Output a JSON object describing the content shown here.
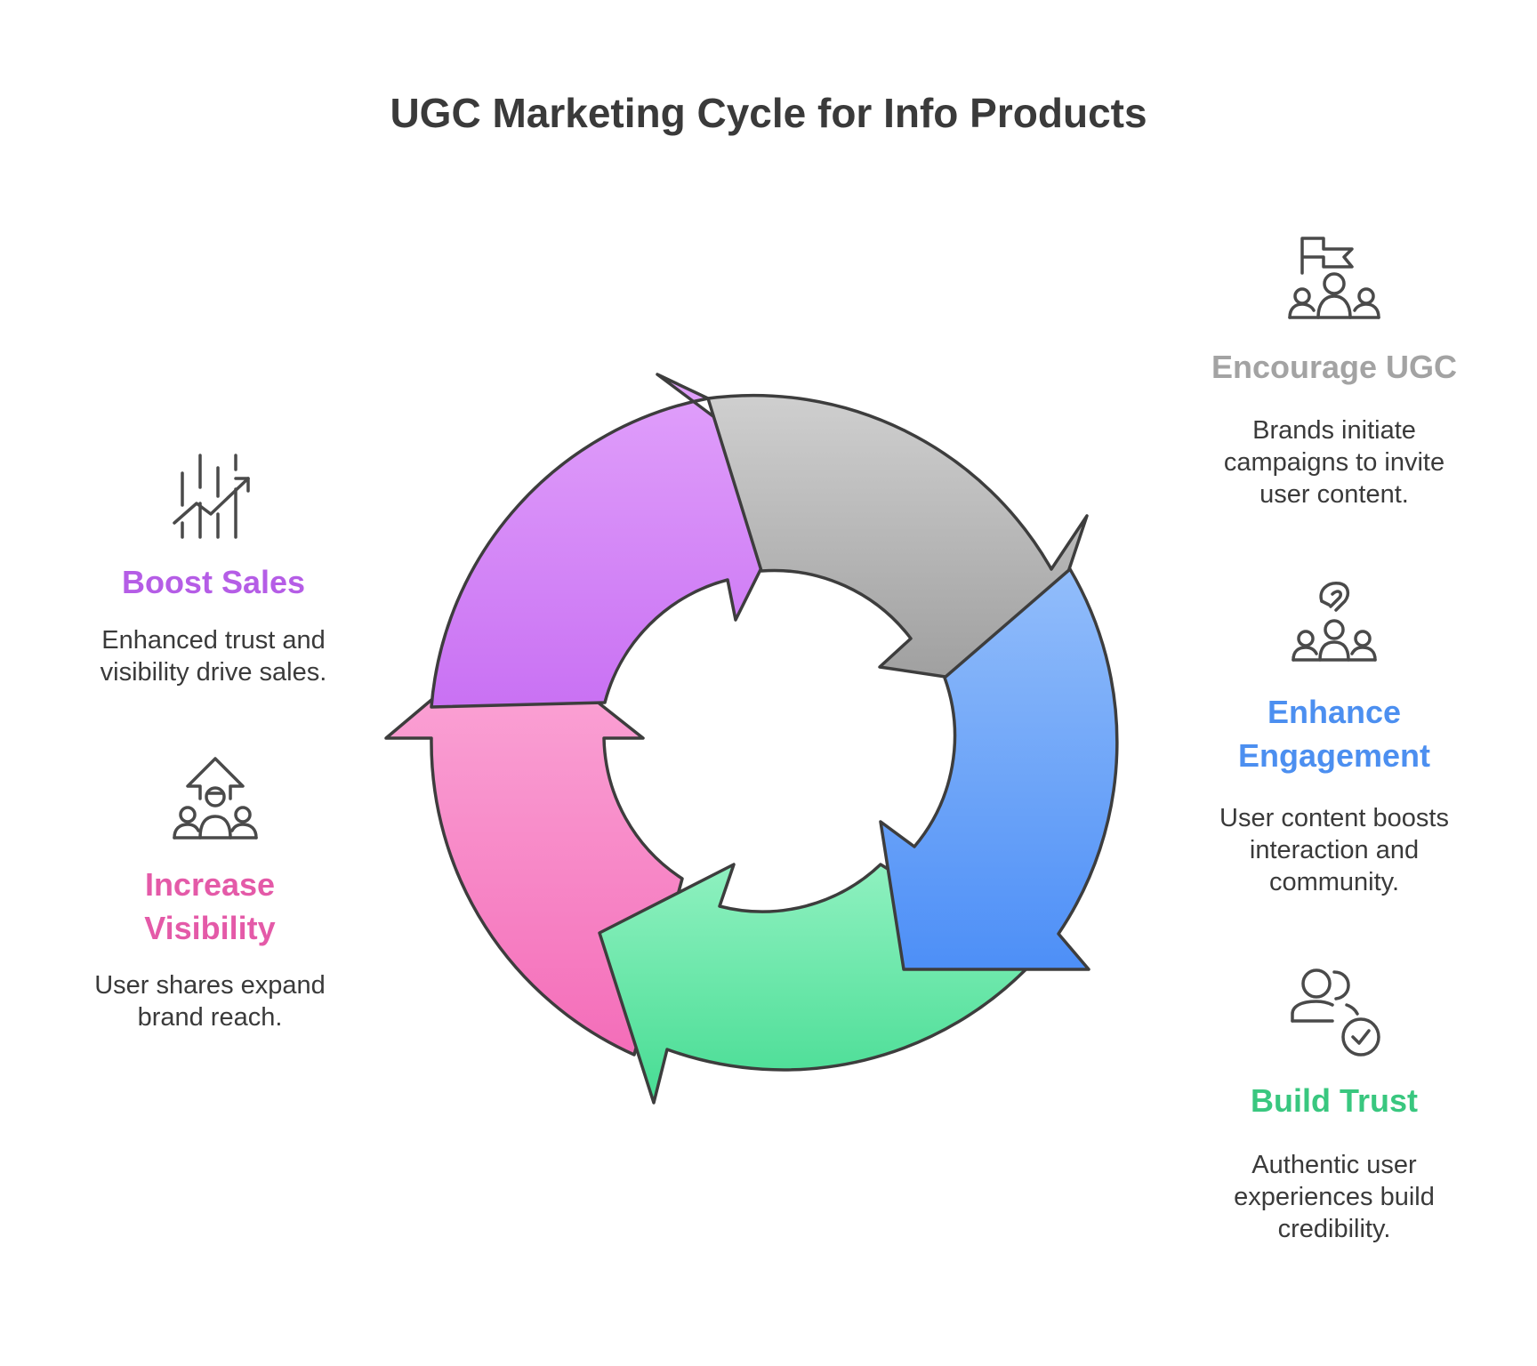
{
  "title": "UGC Marketing Cycle for Info Products",
  "steps": [
    {
      "label": "Encourage UGC",
      "description": "Brands initiate campaigns to invite user content.",
      "desc_lines": [
        "Brands initiate",
        "campaigns to invite",
        "user content."
      ],
      "color": "#a3a3a3",
      "icon": "flag-with-people-icon"
    },
    {
      "label": "Enhance Engagement",
      "label_lines": [
        "Enhance",
        "Engagement"
      ],
      "description": "User content boosts interaction and community.",
      "desc_lines": [
        "User content boosts",
        "interaction and",
        "community."
      ],
      "color": "#4c8ff0",
      "icon": "hand-over-people-icon"
    },
    {
      "label": "Build Trust",
      "description": "Authentic user experiences build credibility.",
      "desc_lines": [
        "Authentic user",
        "experiences build",
        "credibility."
      ],
      "color": "#39c77f",
      "icon": "user-check-icon"
    },
    {
      "label": "Increase Visibility",
      "label_lines": [
        "Increase",
        "Visibility"
      ],
      "description": "User shares expand brand reach.",
      "desc_lines": [
        "User shares expand",
        "brand reach."
      ],
      "color": "#e45aa8",
      "icon": "arrow-up-people-icon"
    },
    {
      "label": "Boost Sales",
      "description": "Enhanced trust and visibility drive sales.",
      "desc_lines": [
        "Enhanced trust and",
        "visibility drive sales."
      ],
      "color": "#b55de6",
      "icon": "trend-up-chart-icon"
    }
  ],
  "arrow_colors": {
    "gray": [
      "#cfcfcf",
      "#9e9e9e"
    ],
    "blue": [
      "#92bdfa",
      "#4d8ff7"
    ],
    "green": [
      "#8ff1c0",
      "#46dc93"
    ],
    "pink": [
      "#fba9d8",
      "#f46db9"
    ],
    "purple": [
      "#e1a1fb",
      "#c971f3"
    ]
  }
}
